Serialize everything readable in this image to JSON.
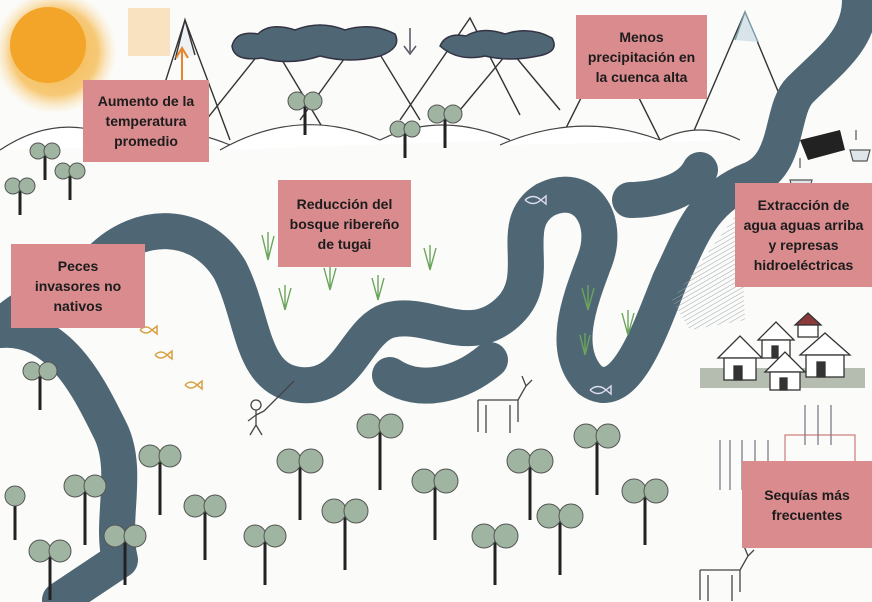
{
  "labels": {
    "temperature": "Aumento de la\ntemperatura\npromedio",
    "precipitation": "Menos\nprecipitación en\nla cuenca alta",
    "tugai": "Reducción del\nbosque ribereño\nde tugai",
    "extraction": "Extracción de\nagua aguas arriba\ny represas\nhidroeléctricas",
    "invasive_fish": "Peces\ninvasores no\nnativos",
    "droughts": "Sequías más\nfrecuentes"
  },
  "colors": {
    "label_bg": "#d98b8e",
    "river": "#4f6675",
    "tree_canopy": "#9fb5a1",
    "sun": "#f3b23a"
  }
}
